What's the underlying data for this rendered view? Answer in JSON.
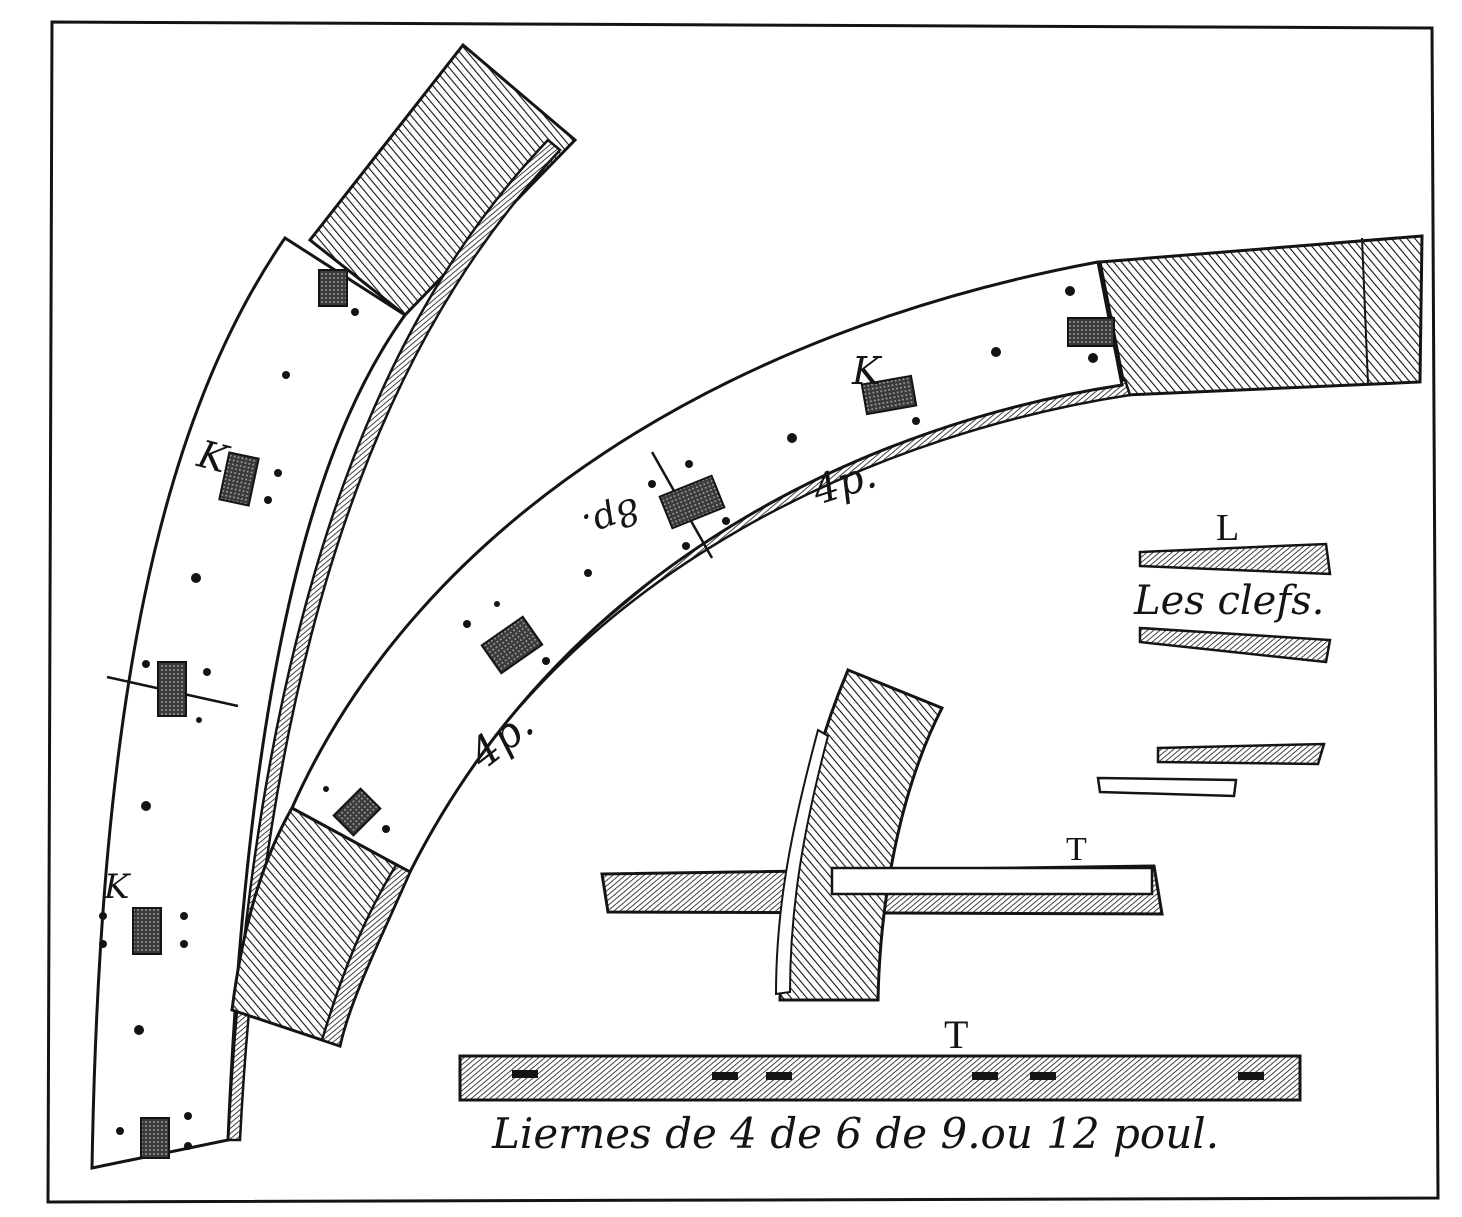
{
  "labels": {
    "k_upper_left": "K",
    "k_lower_left": "K",
    "k_inner_arc": "K",
    "dim_4p_upper": "4p.",
    "dim_8p": "8p.",
    "dim_4p_lower": "4p.",
    "key_letter_L": "L",
    "key_caption": "Les clefs.",
    "letter_T_cross": "T",
    "letter_T_bar": "T",
    "bottom_caption": "Liernes de 4 de 6 de 9.ou 12 poul."
  },
  "colors": {
    "ink": "#141414",
    "paper": "#ffffff"
  }
}
